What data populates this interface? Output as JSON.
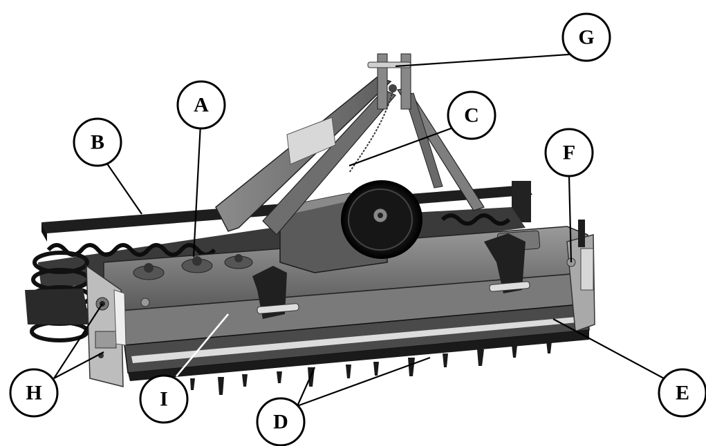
{
  "callouts": {
    "A": "A",
    "B": "B",
    "C": "C",
    "D": "D",
    "E": "E",
    "F": "F",
    "G": "G",
    "H": "H",
    "I": "I"
  },
  "colors": {
    "metal_dark": "#2b2b2b",
    "metal_mid": "#6f6f6f",
    "metal_light": "#b9b9b9",
    "outline": "#000000",
    "background": "#ffffff"
  }
}
